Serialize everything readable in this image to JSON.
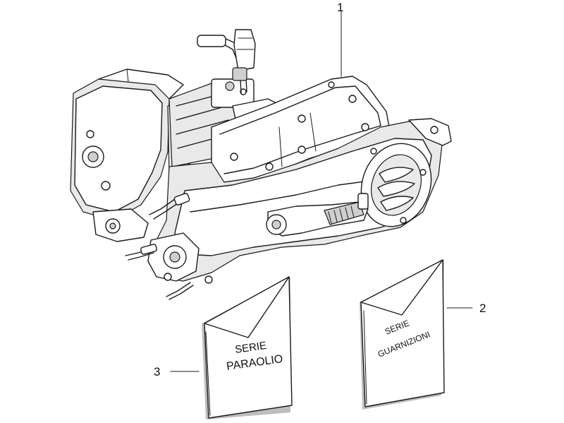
{
  "callouts": [
    {
      "number": "1"
    },
    {
      "number": "2"
    },
    {
      "number": "3"
    }
  ],
  "envelopes": {
    "paraolio": {
      "line1": "SERIE",
      "line2": "PARAOLIO"
    },
    "guarnizioni": {
      "line1": "SERIE",
      "line2": "GUARNIZIONI"
    }
  }
}
